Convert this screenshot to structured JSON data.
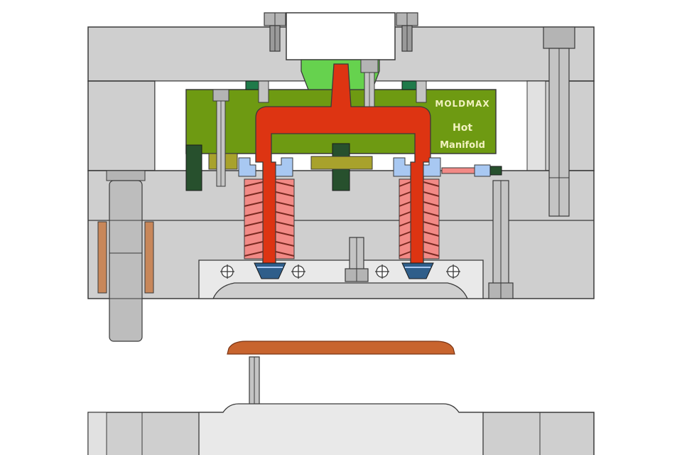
{
  "labels": {
    "brand": "MOLDMAX",
    "manifold_line1": "Hot",
    "manifold_line2": "Manifold"
  },
  "colors": {
    "plate_gray": "#cfcfcf",
    "plate_gray_light": "#e1e1e1",
    "plate_gray_dark": "#b4b4b4",
    "outline": "#3a3a3a",
    "manifold_green": "#6e9a12",
    "manifold_text": "#f2f2c0",
    "melt_red": "#dd3412",
    "sprue_green": "#66d24e",
    "heater_coil": "#f28a86",
    "insulator_blue": "#a8c8f2",
    "dark_green": "#27502d",
    "olive": "#a8a22c",
    "bronze": "#c8875a",
    "part_brown": "#c8642e"
  }
}
